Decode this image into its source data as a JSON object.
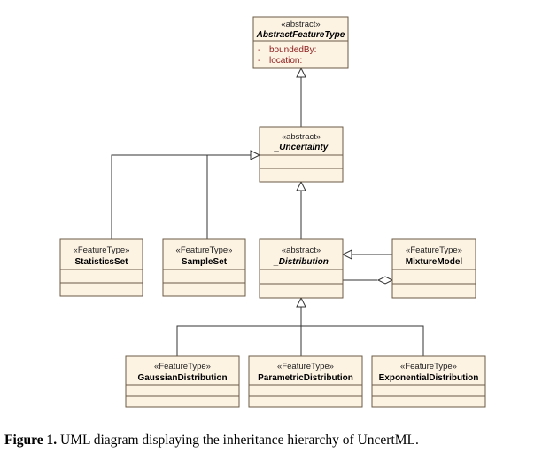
{
  "classes": {
    "abstract_feature_type": {
      "stereotype": "«abstract»",
      "name": "AbstractFeatureType",
      "attributes": [
        "-",
        "boundedBy:",
        "-",
        "location:"
      ]
    },
    "uncertainty": {
      "stereotype": "«abstract»",
      "name": "_Uncertainty"
    },
    "statistics_set": {
      "stereotype": "«FeatureType»",
      "name": "StatisticsSet"
    },
    "sample_set": {
      "stereotype": "«FeatureType»",
      "name": "SampleSet"
    },
    "distribution": {
      "stereotype": "«abstract»",
      "name": "_Distribution"
    },
    "mixture_model": {
      "stereotype": "«FeatureType»",
      "name": "MixtureModel"
    },
    "gaussian_distribution": {
      "stereotype": "«FeatureType»",
      "name": "GaussianDistribution"
    },
    "parametric_distribution": {
      "stereotype": "«FeatureType»",
      "name": "ParametricDistribution"
    },
    "exponential_distribution": {
      "stereotype": "«FeatureType»",
      "name": "ExponentialDistribution"
    }
  },
  "caption": {
    "label": "Figure 1.",
    "text": "UML diagram displaying the inheritance hierarchy of UncertML."
  },
  "colors": {
    "box_fill": "#fdf3e3",
    "box_stroke": "#6b5a45",
    "attribute_text": "#8b1a1a"
  }
}
